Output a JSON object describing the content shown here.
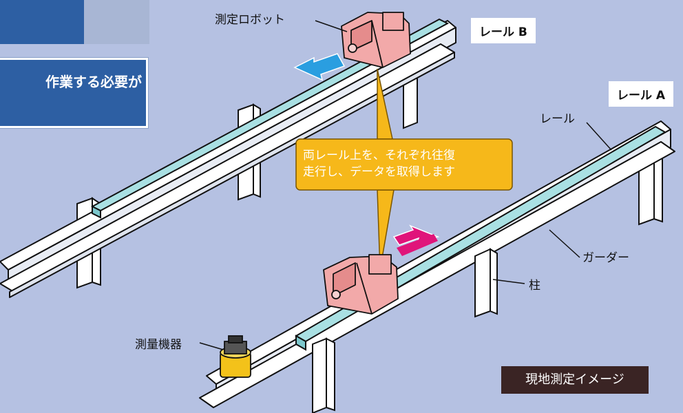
{
  "banner": {
    "text": "作業する必要が"
  },
  "labels": {
    "robot": "測定ロボット",
    "rail_b": "レール B",
    "rail_a": "レール A",
    "rail": "レール",
    "girder": "ガーダー",
    "pillar": "柱",
    "surveying": "測量機器"
  },
  "callout": {
    "line1": "両レール上を、それぞれ往復",
    "line2": "走行し、データを取得します"
  },
  "caption": "現地測定イメージ",
  "colors": {
    "background": "#b5c1e2",
    "banner": "#2d5fa3",
    "rail": "#a9e0e3",
    "robot": "#f2a9a9",
    "callout": "#f6b81a",
    "arrow_left": "#2a9ee0",
    "arrow_right": "#e0147a",
    "caption_bg": "#3a2424"
  }
}
